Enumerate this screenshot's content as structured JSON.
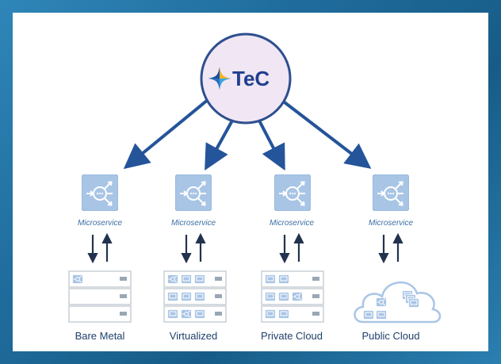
{
  "logo": {
    "text": "TeC"
  },
  "columns": [
    {
      "microservice_label": "Microservice",
      "environment_label": "Bare Metal"
    },
    {
      "microservice_label": "Microservice",
      "environment_label": "Virtualized"
    },
    {
      "microservice_label": "Microservice",
      "environment_label": "Private Cloud"
    },
    {
      "microservice_label": "Microservice",
      "environment_label": "Public Cloud"
    }
  ],
  "colors": {
    "arrow": "#24549a",
    "circle_fill": "#f1e6f4",
    "circle_stroke": "#2e4f8f",
    "icon_box": "#a9c5e6",
    "background": "#1f6c9c"
  }
}
